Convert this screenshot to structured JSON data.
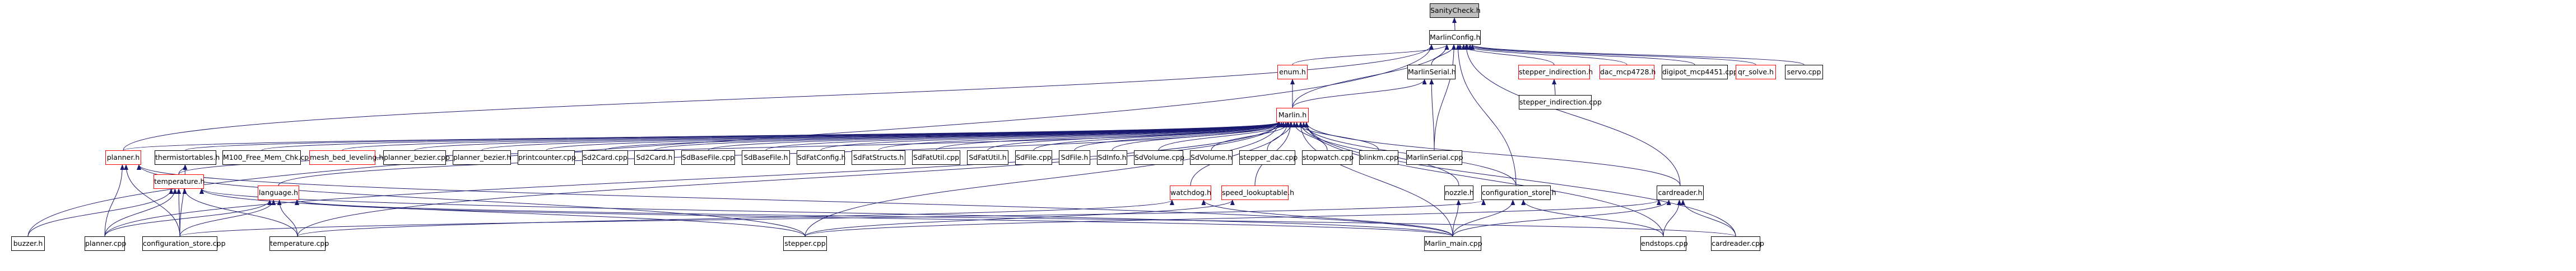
{
  "graph": {
    "nodes": [
      {
        "id": "sanitycheck",
        "label": "SanityCheck.h",
        "highlight": true
      },
      {
        "id": "marlinconfig",
        "label": "MarlinConfig.h"
      },
      {
        "id": "enum",
        "label": "enum.h",
        "red": true
      },
      {
        "id": "marlinserial_h",
        "label": "MarlinSerial.h"
      },
      {
        "id": "stepper_indirection_h",
        "label": "stepper_indirection.h",
        "red": true
      },
      {
        "id": "dac_mcp4728",
        "label": "dac_mcp4728.h",
        "red": true
      },
      {
        "id": "digipot_mcp4451",
        "label": "digipot_mcp4451.cpp"
      },
      {
        "id": "qr_solve",
        "label": "qr_solve.h",
        "red": true
      },
      {
        "id": "servo",
        "label": "servo.cpp"
      },
      {
        "id": "stepper_indirection_cpp",
        "label": "stepper_indirection.cpp"
      },
      {
        "id": "marlin_h",
        "label": "Marlin.h",
        "red": true
      },
      {
        "id": "planner_h",
        "label": "planner.h",
        "red": true
      },
      {
        "id": "thermistortables",
        "label": "thermistortables.h"
      },
      {
        "id": "m100",
        "label": "M100_Free_Mem_Chk.cpp"
      },
      {
        "id": "mesh_bed",
        "label": "mesh_bed_leveling.h",
        "red": true
      },
      {
        "id": "planner_bezier_cpp",
        "label": "planner_bezier.cpp"
      },
      {
        "id": "planner_bezier_h",
        "label": "planner_bezier.h"
      },
      {
        "id": "printcounter",
        "label": "printcounter.cpp"
      },
      {
        "id": "sd2card_cpp",
        "label": "Sd2Card.cpp"
      },
      {
        "id": "sd2card_h",
        "label": "Sd2Card.h"
      },
      {
        "id": "sdbasefile_cpp",
        "label": "SdBaseFile.cpp"
      },
      {
        "id": "sdbasefile_h",
        "label": "SdBaseFile.h"
      },
      {
        "id": "sdfatconfig",
        "label": "SdFatConfig.h"
      },
      {
        "id": "sdfatstructs",
        "label": "SdFatStructs.h"
      },
      {
        "id": "sdfatutil_cpp",
        "label": "SdFatUtil.cpp"
      },
      {
        "id": "sdfatutil_h",
        "label": "SdFatUtil.h"
      },
      {
        "id": "sdfile_cpp",
        "label": "SdFile.cpp"
      },
      {
        "id": "sdfile_h",
        "label": "SdFile.h"
      },
      {
        "id": "sdinfo",
        "label": "SdInfo.h"
      },
      {
        "id": "sdvolume_cpp",
        "label": "SdVolume.cpp"
      },
      {
        "id": "sdvolume_h",
        "label": "SdVolume.h"
      },
      {
        "id": "stepper_dac",
        "label": "stepper_dac.cpp"
      },
      {
        "id": "stopwatch",
        "label": "stopwatch.cpp"
      },
      {
        "id": "blinkm",
        "label": "blinkm.cpp"
      },
      {
        "id": "marlinserial_cpp",
        "label": "MarlinSerial.cpp"
      },
      {
        "id": "temperature_h",
        "label": "temperature.h",
        "red": true
      },
      {
        "id": "language",
        "label": "language.h",
        "red": true
      },
      {
        "id": "watchdog",
        "label": "watchdog.h",
        "red": true
      },
      {
        "id": "speed_lookuptable",
        "label": "speed_lookuptable.h",
        "red": true
      },
      {
        "id": "nozzle",
        "label": "nozzle.h"
      },
      {
        "id": "configuration_store_h",
        "label": "configuration_store.h"
      },
      {
        "id": "cardreader_h",
        "label": "cardreader.h"
      },
      {
        "id": "buzzer",
        "label": "buzzer.h"
      },
      {
        "id": "planner_cpp",
        "label": "planner.cpp"
      },
      {
        "id": "configuration_store_cpp",
        "label": "configuration_store.cpp"
      },
      {
        "id": "temperature_cpp",
        "label": "temperature.cpp"
      },
      {
        "id": "stepper_cpp",
        "label": "stepper.cpp"
      },
      {
        "id": "marlin_main",
        "label": "Marlin_main.cpp"
      },
      {
        "id": "endstops",
        "label": "endstops.cpp"
      },
      {
        "id": "cardreader_cpp",
        "label": "cardreader.cpp"
      }
    ]
  }
}
